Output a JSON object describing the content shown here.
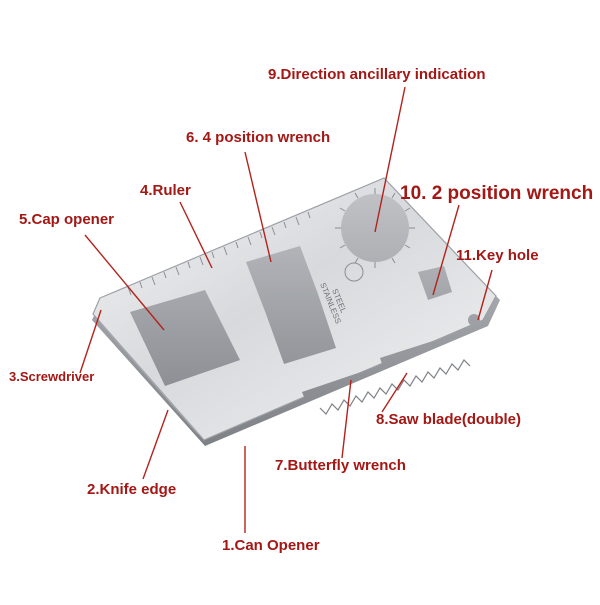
{
  "labels": {
    "can_opener": "1.Can Opener",
    "knife_edge": "2.Knife edge",
    "screwdriver": "3.Screwdriver",
    "ruler": "4.Ruler",
    "cap_opener": "5.Cap opener",
    "four_position_wrench": "6. 4 position wrench",
    "butterfly_wrench": "7.Butterfly wrench",
    "saw_blade": "8.Saw blade(double)",
    "direction_indication": "9.Direction ancillary indication",
    "two_position_wrench": "10.  2 position wrench",
    "key_hole": "11.Key hole"
  },
  "card": {
    "engraving_line1": "STAINLESS",
    "engraving_line2": "STEEL"
  },
  "colors": {
    "label": "#a31714",
    "leader_line": "#b3231d",
    "steel_light": "#e9eaec",
    "steel_mid": "#c6c8cc",
    "steel_dark": "#8e9196"
  }
}
